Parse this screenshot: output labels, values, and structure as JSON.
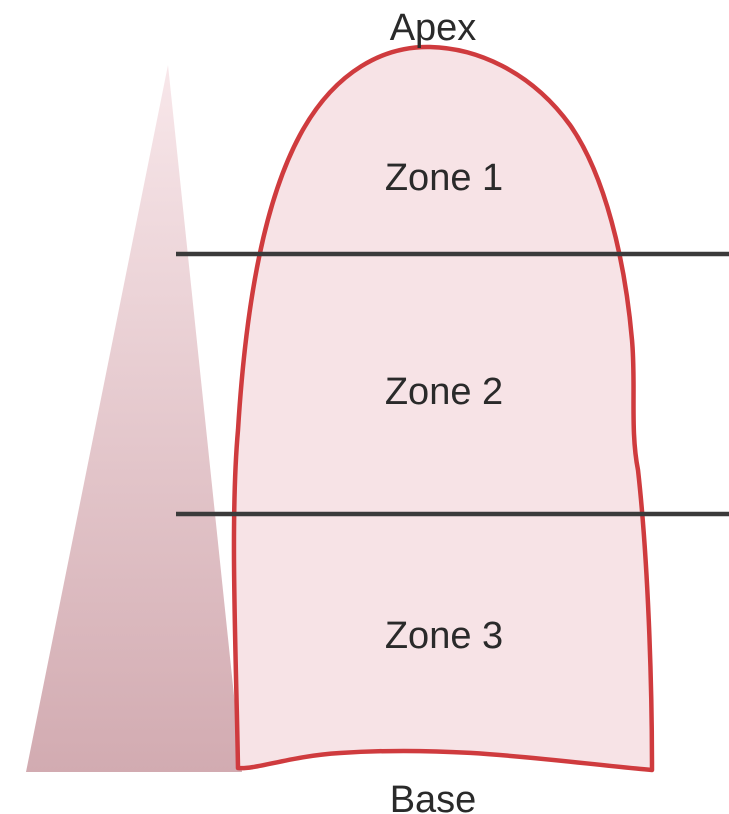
{
  "labels": {
    "apex": "Apex",
    "base": "Base",
    "zones": [
      "Zone 1",
      "Zone 2",
      "Zone 3"
    ]
  },
  "colors": {
    "lung_fill": "#f7e3e6",
    "lung_outline": "#cf3b3e",
    "gradient_top": "#f8e7ea",
    "gradient_bottom": "#d2abb1",
    "divider_line": "#3b3b3b",
    "text": "#2a2a2a"
  }
}
